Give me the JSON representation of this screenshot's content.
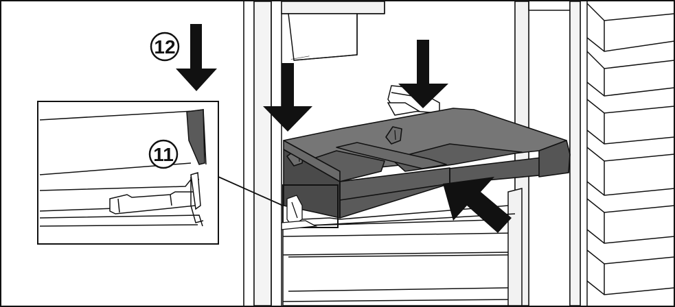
{
  "figure": {
    "callouts": [
      {
        "id": "callout-12",
        "number": "12"
      },
      {
        "id": "callout-11",
        "number": "11"
      }
    ],
    "colors": {
      "line": "#111111",
      "drawer": "#5e5e5e",
      "drawer_dark": "#4a4a4a",
      "drawer_light": "#767676",
      "cabinet_shade": "#f2f2f2",
      "background": "#ffffff"
    },
    "icons": [
      "down-arrow-icon",
      "diagonal-arrow-icon",
      "detail-magnifier-frame"
    ]
  }
}
